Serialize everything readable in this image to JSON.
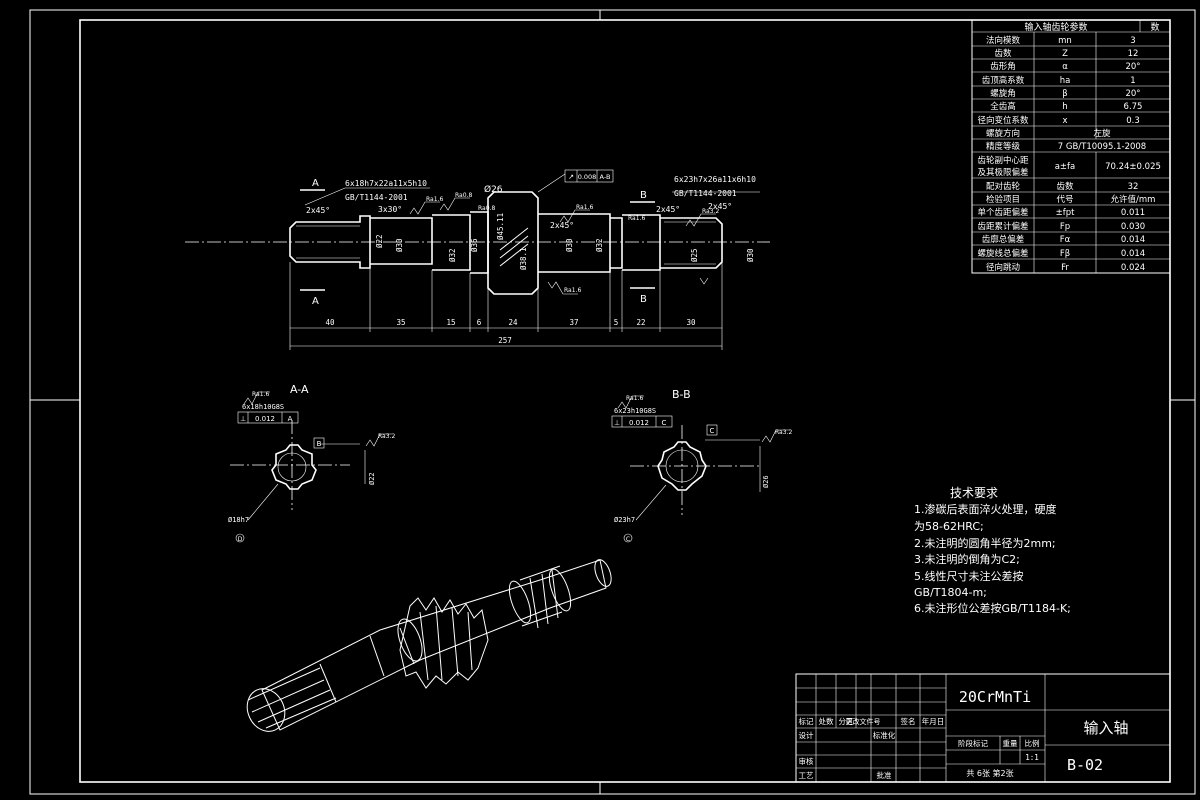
{
  "params_table": {
    "title": "输入轴齿轮参数",
    "corner": "数",
    "rows": [
      [
        "法向模数",
        "mn",
        "3"
      ],
      [
        "齿数",
        "Z",
        "12"
      ],
      [
        "齿形角",
        "α",
        "20°"
      ],
      [
        "齿顶高系数",
        "ha",
        "1"
      ],
      [
        "螺旋角",
        "β",
        "20°"
      ],
      [
        "全齿高",
        "h",
        "6.75"
      ],
      [
        "径向变位系数",
        "x",
        "0.3"
      ]
    ],
    "direction_label": "螺旋方向",
    "direction_value": "左旋",
    "accuracy_label": "精度等级",
    "accuracy_value": "7 GB/T10095.1-2008",
    "center_label_1": "齿轮副中心距",
    "center_label_2": "及其极限偏差",
    "center_symbol": "a±fa",
    "center_value": "70.24±0.025",
    "mate_label": "配对齿轮",
    "mate_symbol": "齿数",
    "mate_value": "32",
    "check_headers": [
      "检验项目",
      "代号",
      "允许值/mm"
    ],
    "check_rows": [
      [
        "单个齿距偏差",
        "±fpt",
        "0.011"
      ],
      [
        "齿距累计偏差",
        "Fp",
        "0.030"
      ],
      [
        "齿廓总偏差",
        "Fα",
        "0.014"
      ],
      [
        "螺旋线总偏差",
        "Fβ",
        "0.014"
      ],
      [
        "径向跳动",
        "Fr",
        "0.024"
      ]
    ]
  },
  "main_view": {
    "spline_left": "6x18h7x22a11x5h10",
    "spline_left_std": "GB/T1144-2001",
    "spline_right": "6x23h7x26a11x6h10",
    "spline_right_std": "GB/T1144-2001",
    "section_a": "A",
    "section_b": "B",
    "chamfers": [
      "2x45°",
      "3x30°",
      "2x45°",
      "2x45°",
      "2x45°"
    ],
    "top_diameter": "Ø26",
    "diameters": [
      "Ø22",
      "Ø30",
      "Ø32",
      "Ø36",
      "Ø45.11",
      "Ø38.1",
      "Ø30",
      "Ø32",
      "Ø25",
      "Ø30"
    ],
    "tolerance_frame": [
      "↗",
      "0.008",
      "A-B"
    ],
    "roughness": [
      "Ra1.6",
      "Ra0.8",
      "Ra1.6",
      "Ra1.6",
      "Ra3.2",
      "Ra0.8",
      "Ra1.6"
    ],
    "lengths": [
      "40",
      "35",
      "15",
      "6",
      "24",
      "37",
      "5",
      "22",
      "30"
    ],
    "total_length": "257"
  },
  "section_aa": {
    "title": "A-A",
    "spline": "6x18h10G8S",
    "frame": [
      "⊥",
      "0.012",
      "A"
    ],
    "roughness_top": "Ra1.6",
    "roughness_right": "Ra3.2",
    "datum": "B",
    "dia": "Ø22",
    "bottom_label": "Ø18h7",
    "bottom_marker": "D"
  },
  "section_bb": {
    "title": "B-B",
    "spline": "6x23h10G8S",
    "frame": [
      "⊥",
      "0.012",
      "C"
    ],
    "roughness_top": "Ra1.6",
    "roughness_right": "Ra3.2",
    "datum": "C",
    "dia": "Ø26",
    "bottom_label": "Ø23h7",
    "bottom_marker": "C"
  },
  "tech_requirements": {
    "title": "技术要求",
    "lines": [
      "1.渗碳后表面淬火处理，硬度",
      "为58-62HRC;",
      "2.未注明的圆角半径为2mm;",
      "3.未注明的倒角为C2;",
      "5.线性尺寸未注公差按",
      "GB/T1804-m;",
      "6.未注形位公差按GB/T1184-K;"
    ]
  },
  "title_block": {
    "material": "20CrMnTi",
    "part_name": "输入轴",
    "drawing_no": "B-02",
    "header_cells": [
      "标记",
      "处数",
      "分区",
      "更改文件号",
      "签名",
      "年月日"
    ],
    "row_design": "设计",
    "row_standard": "标准化",
    "row_review": "审核",
    "row_process": "工艺",
    "row_approve": "批准",
    "stage_label": "阶段标记",
    "weight_label": "重量",
    "scale_label": "比例",
    "scale_value": "1:1",
    "sheets": "共 6张 第2张"
  },
  "colors": {
    "background": "#000000",
    "lines": "#ffffff"
  }
}
